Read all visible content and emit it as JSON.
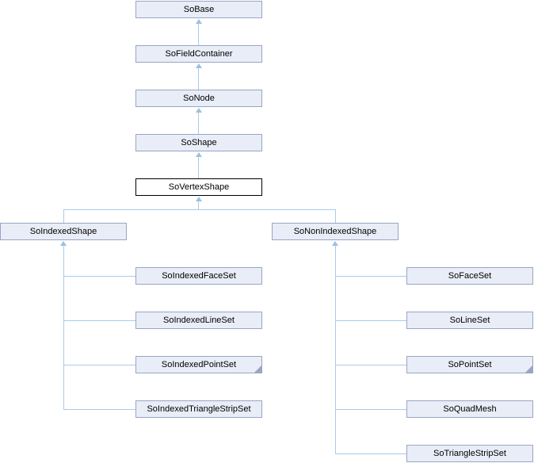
{
  "diagram": {
    "type": "class-inheritance-graph",
    "current_class": "SoVertexShape"
  },
  "nodes": [
    {
      "label": "SoBase",
      "style": "default"
    },
    {
      "label": "SoFieldContainer",
      "style": "default"
    },
    {
      "label": "SoNode",
      "style": "default"
    },
    {
      "label": "SoShape",
      "style": "default"
    },
    {
      "label": "SoVertexShape",
      "style": "current"
    },
    {
      "label": "SoIndexedShape",
      "style": "default"
    },
    {
      "label": "SoNonIndexedShape",
      "style": "default"
    },
    {
      "label": "SoIndexedFaceSet",
      "style": "default"
    },
    {
      "label": "SoIndexedLineSet",
      "style": "default"
    },
    {
      "label": "SoIndexedPointSet",
      "style": "default",
      "truncated": true
    },
    {
      "label": "SoIndexedTriangleStripSet",
      "style": "default"
    },
    {
      "label": "SoFaceSet",
      "style": "default"
    },
    {
      "label": "SoLineSet",
      "style": "default"
    },
    {
      "label": "SoPointSet",
      "style": "default",
      "truncated": true
    },
    {
      "label": "SoQuadMesh",
      "style": "default"
    },
    {
      "label": "SoTriangleStripSet",
      "style": "default"
    }
  ],
  "edges": [
    {
      "from": "SoFieldContainer",
      "to": "SoBase"
    },
    {
      "from": "SoNode",
      "to": "SoFieldContainer"
    },
    {
      "from": "SoShape",
      "to": "SoNode"
    },
    {
      "from": "SoVertexShape",
      "to": "SoShape"
    },
    {
      "from": "SoIndexedShape",
      "to": "SoVertexShape"
    },
    {
      "from": "SoNonIndexedShape",
      "to": "SoVertexShape"
    },
    {
      "from": "SoIndexedFaceSet",
      "to": "SoIndexedShape"
    },
    {
      "from": "SoIndexedLineSet",
      "to": "SoIndexedShape"
    },
    {
      "from": "SoIndexedPointSet",
      "to": "SoIndexedShape"
    },
    {
      "from": "SoIndexedTriangleStripSet",
      "to": "SoIndexedShape"
    },
    {
      "from": "SoFaceSet",
      "to": "SoNonIndexedShape"
    },
    {
      "from": "SoLineSet",
      "to": "SoNonIndexedShape"
    },
    {
      "from": "SoPointSet",
      "to": "SoNonIndexedShape"
    },
    {
      "from": "SoQuadMesh",
      "to": "SoNonIndexedShape"
    },
    {
      "from": "SoTriangleStripSet",
      "to": "SoNonIndexedShape"
    }
  ],
  "colors": {
    "background": "#ffffff",
    "node_fill": "#e8edf7",
    "node_border": "#9aa5c3",
    "current_node_fill": "#ffffff",
    "current_node_border": "#000000",
    "edge_line": "#a8ccea",
    "edge_arrowhead": "#9bc0e2",
    "text": "#000000"
  }
}
